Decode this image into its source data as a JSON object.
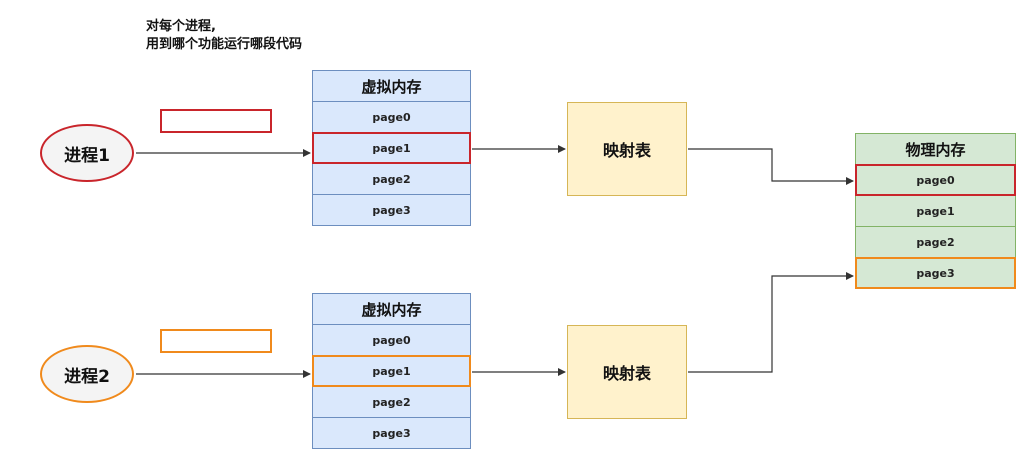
{
  "note": {
    "line1": "对每个进程,",
    "line2": "用到哪个功能运行哪段代码"
  },
  "processes": [
    {
      "label": "进程1",
      "color": "#c9252b"
    },
    {
      "label": "进程2",
      "color": "#f08a1c"
    }
  ],
  "virtual_memory": [
    {
      "title": "虚拟内存",
      "pages": [
        "page0",
        "page1",
        "page2",
        "page3"
      ],
      "highlight": "page1",
      "highlight_color": "#c9252b"
    },
    {
      "title": "虚拟内存",
      "pages": [
        "page0",
        "page1",
        "page2",
        "page3"
      ],
      "highlight": "page1",
      "highlight_color": "#f08a1c"
    }
  ],
  "mapping_tables": [
    {
      "label": "映射表"
    },
    {
      "label": "映射表"
    }
  ],
  "physical_memory": {
    "title": "物理内存",
    "pages": [
      "page0",
      "page1",
      "page2",
      "page3"
    ],
    "highlights": {
      "page0": "#c9252b",
      "page3": "#f08a1c"
    }
  },
  "colors": {
    "virtual_fill": "#dae8fc",
    "virtual_border": "#6c8ebf",
    "physical_fill": "#d5e8d4",
    "physical_border": "#82b366",
    "map_fill": "#fff2cc",
    "map_border": "#d6b656",
    "arrow": "#333333"
  }
}
